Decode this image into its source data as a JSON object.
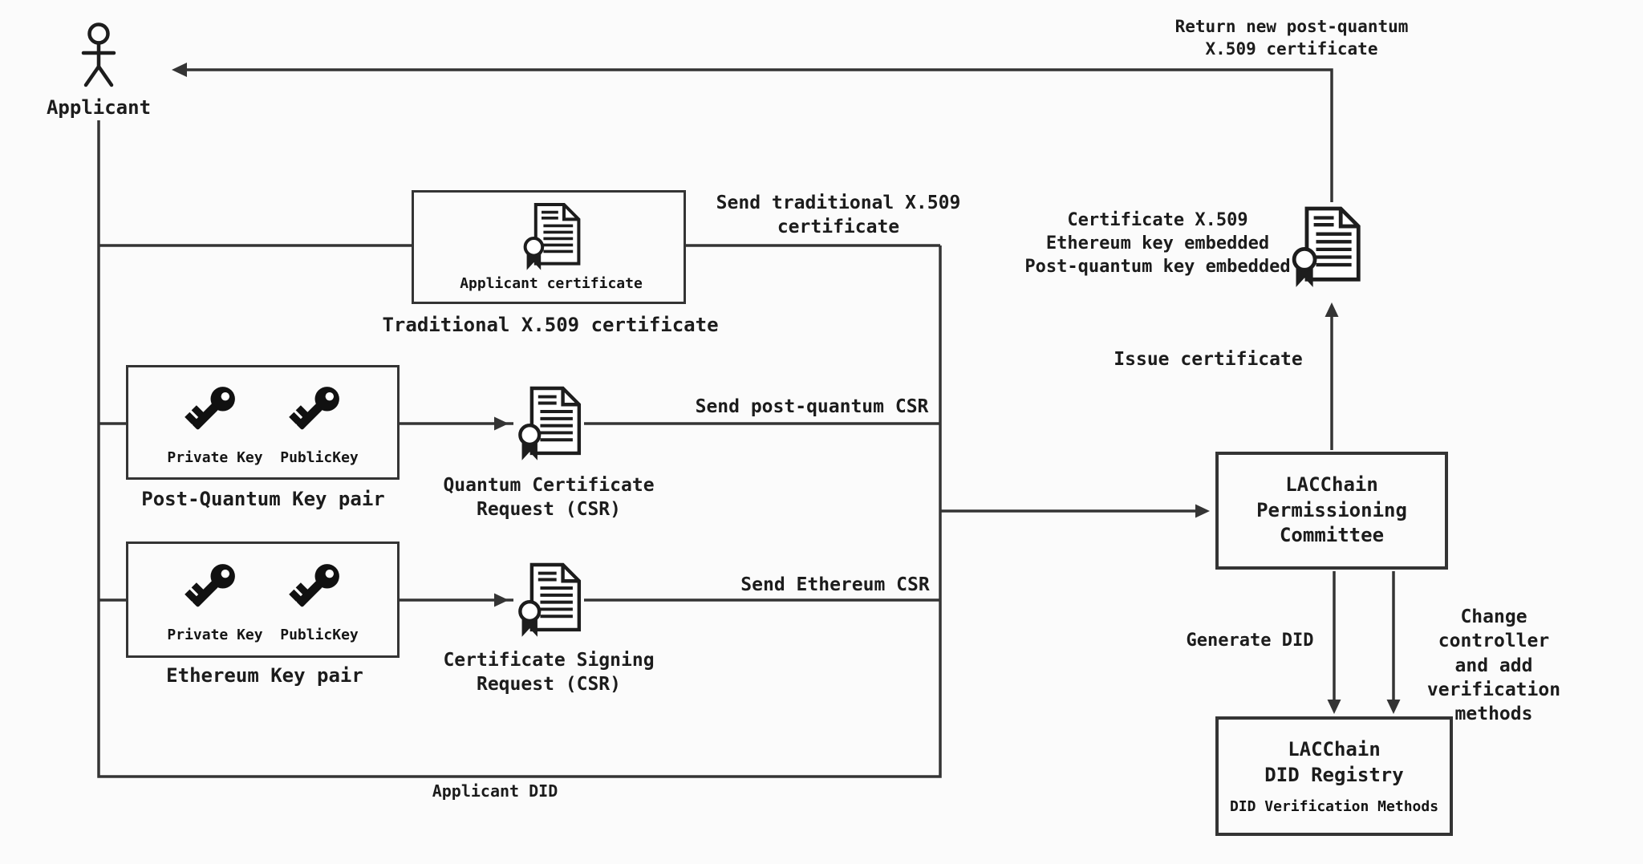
{
  "colors": {
    "line": "#343434",
    "text": "#1c1c1c",
    "background": "#fbfbfb"
  },
  "actor": {
    "label": "Applicant"
  },
  "nodes": {
    "traditional_cert": {
      "inner_label": "Applicant certificate",
      "caption": "Traditional X.509 certificate"
    },
    "pq_keypair": {
      "private_key_label": "Private Key",
      "public_key_label": "PublicKey",
      "caption": "Post-Quantum Key pair"
    },
    "eth_keypair": {
      "private_key_label": "Private Key",
      "public_key_label": "PublicKey",
      "caption": "Ethereum Key pair"
    },
    "quantum_csr": {
      "caption": "Quantum Certificate\nRequest (CSR)"
    },
    "signing_csr": {
      "caption": "Certificate Signing\nRequest (CSR)"
    },
    "issued_cert": {
      "caption": "Certificate X.509\nEthereum key embedded\nPost-quantum key embedded"
    },
    "committee": {
      "label": "LACChain\nPermissioning\nCommittee"
    },
    "did_registry": {
      "label": "LACChain\nDID Registry",
      "sub_label": "DID Verification Methods"
    }
  },
  "messages": {
    "return_certificate": "Return new post-quantum\nX.509 certificate",
    "send_traditional": "Send traditional X.509\ncertificate",
    "send_pq_csr": "Send post-quantum CSR",
    "send_eth_csr": "Send Ethereum CSR",
    "issue_certificate": "Issue certificate",
    "generate_did": "Generate DID",
    "change_controller": "Change controller\nand add verification\nmethods",
    "applicant_did": "Applicant DID"
  },
  "icons": {
    "actor": "applicant-actor-icon",
    "certificate": "certificate-with-seal-icon",
    "key": "key-icon"
  }
}
